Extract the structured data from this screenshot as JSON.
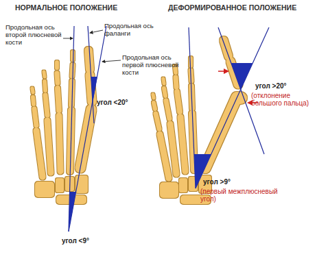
{
  "diagram": {
    "labels": [
      "НОРМАЛЬНОЕ ПОЛОЖЕНИЕ",
      "ДЕФОРМИРОВАННОЕ ПОЛОЖЕНИЕ",
      "Продольная ось второй плюсневой кости",
      "Продольная ось фаланги",
      "Продольная ось первой плюсневой кости",
      "угол <20°",
      "угол <9°",
      "угол >20°",
      "(отклонение большого пальца)",
      "угол >9°",
      "(первый межплюсневый угол)"
    ]
  }
}
